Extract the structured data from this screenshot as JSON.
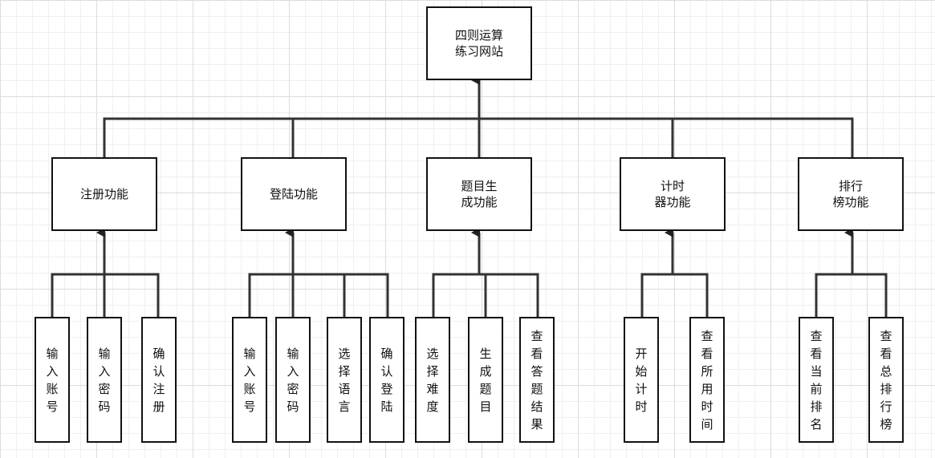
{
  "root": {
    "label": "四则运算\n练习网站"
  },
  "modules": [
    {
      "label": "注册功能"
    },
    {
      "label": "登陆功能"
    },
    {
      "label": "题目生\n成功能"
    },
    {
      "label": "计时\n器功能"
    },
    {
      "label": "排行\n榜功能"
    }
  ],
  "leaves": [
    {
      "label": "输入账号"
    },
    {
      "label": "输入密码"
    },
    {
      "label": "确认注册"
    },
    {
      "label": "输入账号"
    },
    {
      "label": "输入密码"
    },
    {
      "label": "选择语言"
    },
    {
      "label": "确认登陆"
    },
    {
      "label": "选择难度"
    },
    {
      "label": "生成题目"
    },
    {
      "label": "查看答题结果"
    },
    {
      "label": "开始计时"
    },
    {
      "label": "查看所用时间"
    },
    {
      "label": "查看当前排名"
    },
    {
      "label": "查看总排行榜"
    }
  ]
}
